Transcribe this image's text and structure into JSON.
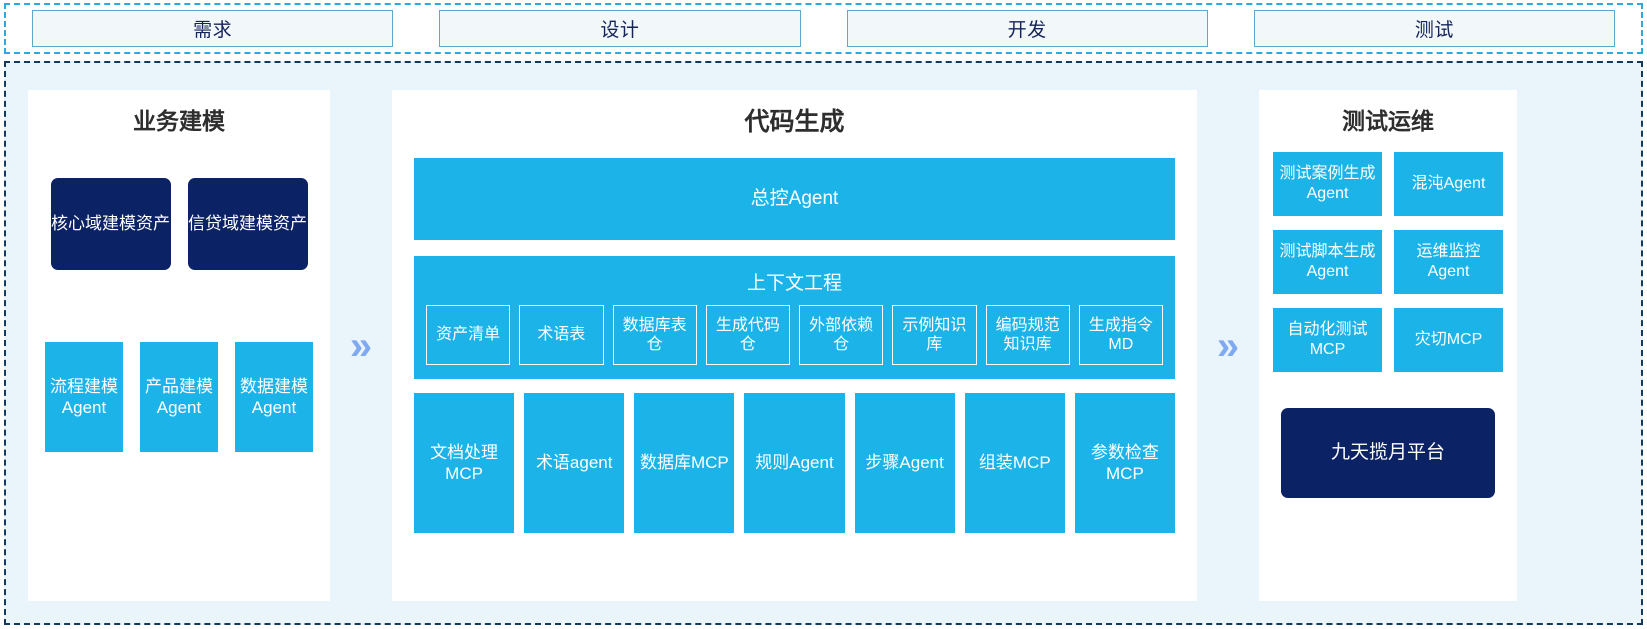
{
  "phases": {
    "items": [
      {
        "label": "需求"
      },
      {
        "label": "设计"
      },
      {
        "label": "开发"
      },
      {
        "label": "测试"
      }
    ]
  },
  "separators": {
    "chevron": "»"
  },
  "colors": {
    "accent_cyan": "#1CB4E8",
    "navy": "#0B2265",
    "frame_bg": "#E9F4FB",
    "phase_box_bg": "#F2F7FA",
    "phase_border": "#5FA8CC",
    "chevron": "#7FA9F0",
    "panel_bg": "#FFFFFF"
  },
  "panels": {
    "left": {
      "title": "业务建模",
      "assets": [
        {
          "label": "核心域建模资产"
        },
        {
          "label": "信贷域建模资产"
        }
      ],
      "agents": [
        {
          "label": "流程建模Agent"
        },
        {
          "label": "产品建模Agent"
        },
        {
          "label": "数据建模Agent"
        }
      ]
    },
    "center": {
      "title": "代码生成",
      "master_agent": "总控Agent",
      "context": {
        "title": "上下文工程",
        "items": [
          {
            "label": "资产清单"
          },
          {
            "label": "术语表"
          },
          {
            "label": "数据库表仓"
          },
          {
            "label": "生成代码仓"
          },
          {
            "label": "外部依赖仓"
          },
          {
            "label": "示例知识库"
          },
          {
            "label": "编码规范知识库"
          },
          {
            "label": "生成指令MD"
          }
        ]
      },
      "tools": [
        {
          "label": "文档处理MCP"
        },
        {
          "label": "术语agent"
        },
        {
          "label": "数据库MCP"
        },
        {
          "label": "规则Agent"
        },
        {
          "label": "步骤Agent"
        },
        {
          "label": "组装MCP"
        },
        {
          "label": "参数检查MCP"
        }
      ]
    },
    "right": {
      "title": "测试运维",
      "items": [
        {
          "label": "测试案例生成Agent"
        },
        {
          "label": "混沌Agent"
        },
        {
          "label": "测试脚本生成Agent"
        },
        {
          "label": "运维监控Agent"
        },
        {
          "label": "自动化测试MCP"
        },
        {
          "label": "灾切MCP"
        }
      ],
      "platform": "九天揽月平台"
    }
  }
}
